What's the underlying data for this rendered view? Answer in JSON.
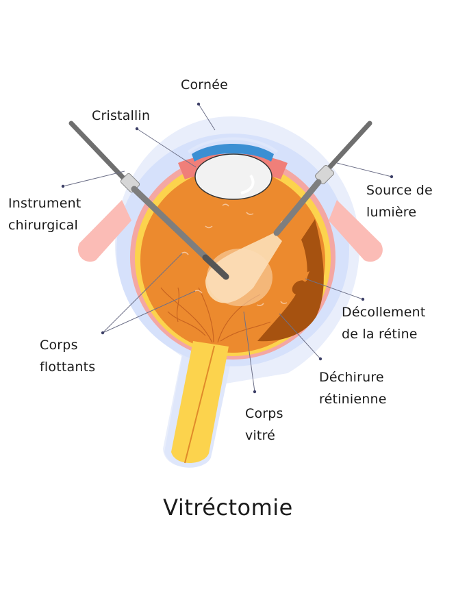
{
  "title": "Vitréctomie",
  "labels": {
    "cornee": "Cornée",
    "cristallin": "Cristallin",
    "instrument_line1": "Instrument",
    "instrument_line2": "chirurgical",
    "source_line1": "Source de",
    "source_line2": "lumière",
    "decollement_line1": "Décollement",
    "decollement_line2": "de la rétine",
    "corps_flottants_line1": "Corps",
    "corps_flottants_line2": "flottants",
    "dechirure_line1": "Déchirure",
    "dechirure_line2": "rétinienne",
    "corps_vitre_line1": "Corps",
    "corps_vitre_line2": "vitré"
  },
  "colors": {
    "sclera_outer": "#e6ecfb",
    "sclera_blue": "#d4e0fb",
    "choroid_pink": "#f4a6a2",
    "retina_yellow": "#fcd34d",
    "vitreous_orange": "#ec8a2e",
    "detachment_brown": "#a14f10",
    "cornea_blue": "#3b8fd3",
    "lens_white": "#f1f1f1",
    "instrument_gray": "#8a8a8a",
    "light_beam": "#fde4c0"
  }
}
